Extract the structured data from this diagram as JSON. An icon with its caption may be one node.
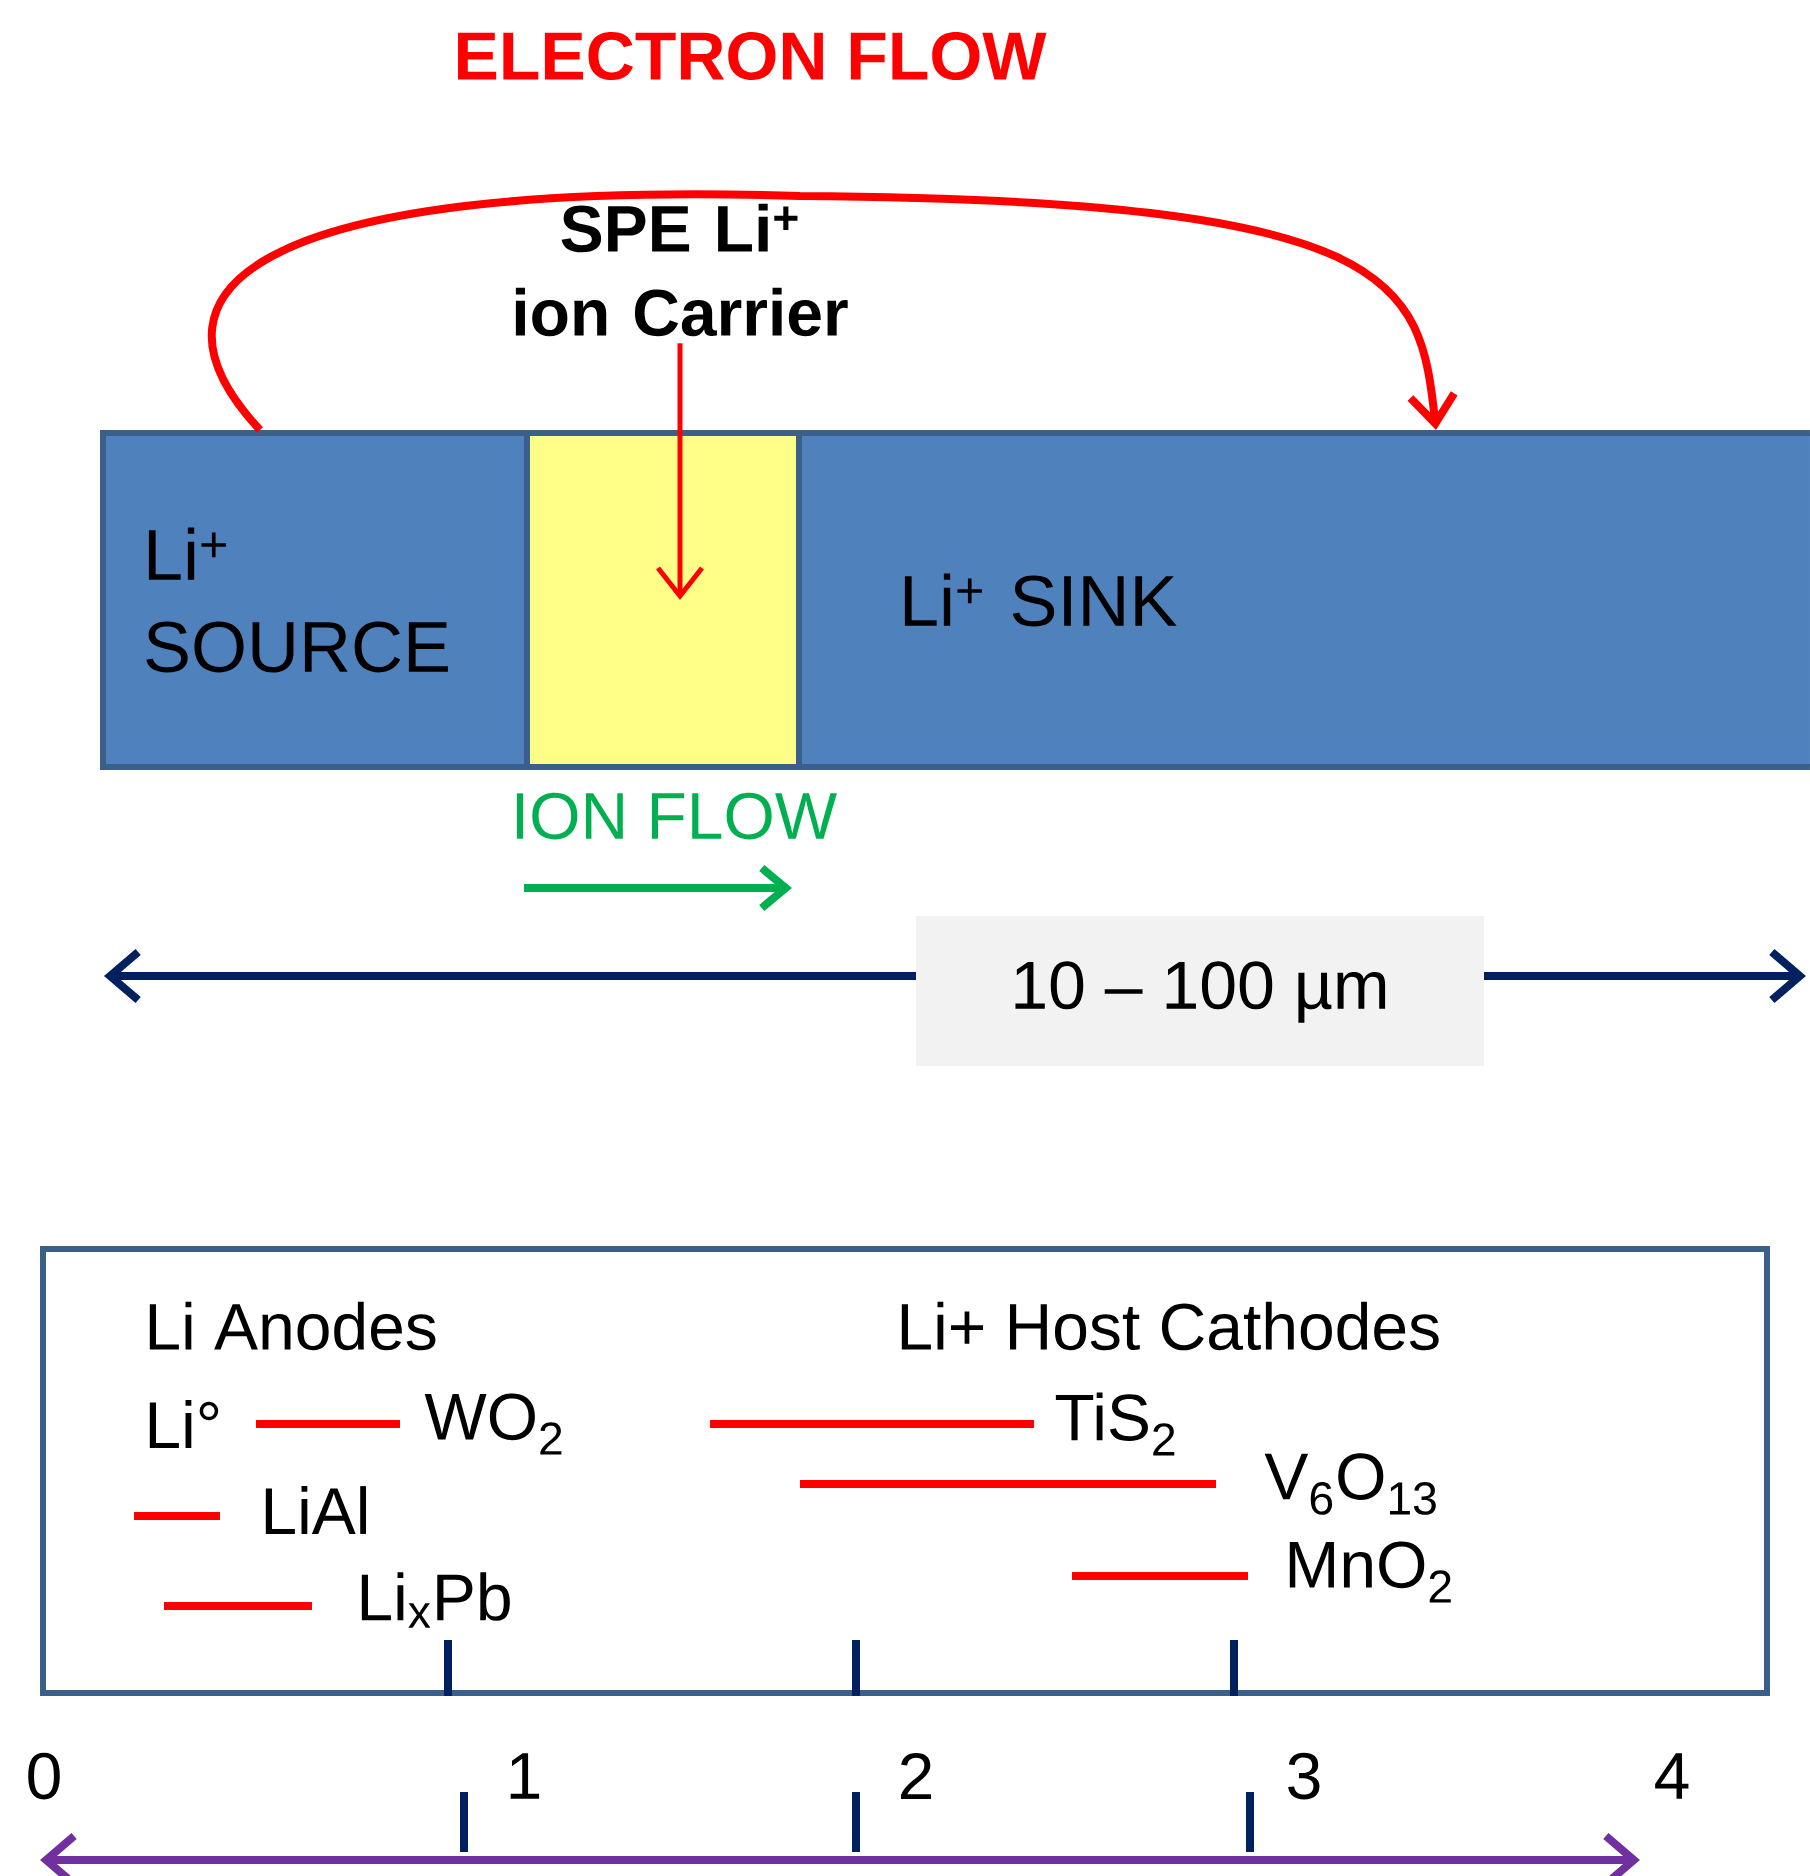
{
  "diagram": {
    "nodes": [
      {
        "text": [
          "Li$^{+}$ SOURCE"
        ]
      },
      {
        "text": [],
        "shape": "box"
      },
      {
        "text": [
          "SPE Li$^{+}$ ion Carrier"
        ]
      },
      {
        "text": [
          "Li$^{+}$ SINK"
        ]
      },
      {
        "text": [
          "Li Anodes",
          "Li+ Host Cathodes"
        ]
      }
    ],
    "edges": [
      {
        "from": 0,
        "to": 3,
        "arrow": "to",
        "label": "ELECTRON FLOW"
      },
      {
        "from": 2,
        "to": 1,
        "arrow": "to"
      }
    ],
    "labels": [
      "ION FLOW",
      "10 – 100 µm",
      "Li°",
      "WO$_{2}$",
      "TiS$_{2}$",
      "LiAl",
      "V$_{6}$O$_{13}$",
      "Li$_{x}$Pb",
      "MnO$_{2}$",
      "0",
      "1",
      "2",
      "3",
      "4"
    ]
  }
}
